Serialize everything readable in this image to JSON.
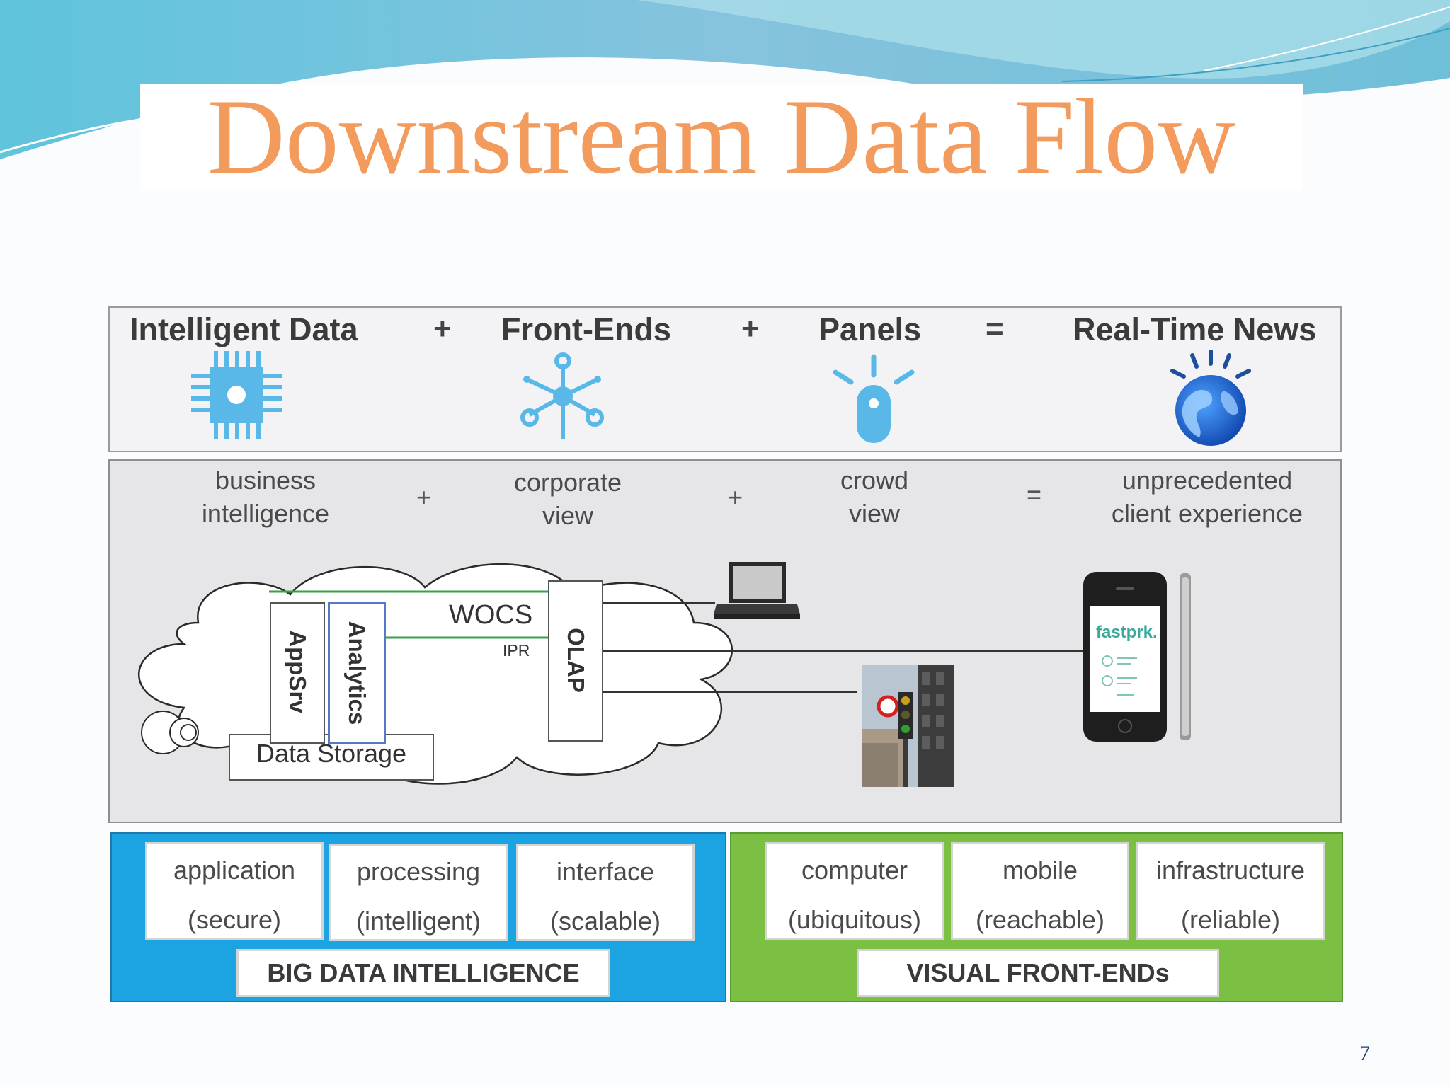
{
  "slide": {
    "title": "Downstream Data Flow",
    "page_number": "7"
  },
  "equation": {
    "terms": [
      "Intelligent Data",
      "Front-Ends",
      "Panels",
      "Real-Time News"
    ],
    "operators": [
      "+",
      "+",
      "="
    ]
  },
  "descriptions": {
    "items": [
      [
        "business",
        "intelligence"
      ],
      [
        "corporate",
        "view"
      ],
      [
        "crowd",
        "view"
      ],
      [
        "unprecedented",
        "client experience"
      ]
    ],
    "operators": [
      "+",
      "+",
      "="
    ]
  },
  "architecture": {
    "appsrv": "AppSrv",
    "analytics": "Analytics",
    "wocs": "WOCS",
    "ipr": "IPR",
    "olap": "OLAP",
    "data_storage": "Data Storage",
    "phone_app": "fastprk."
  },
  "big_data": {
    "banner": "BIG DATA INTELLIGENCE",
    "cards": [
      {
        "label": "application",
        "quality": "(secure)"
      },
      {
        "label": "processing",
        "quality": "(intelligent)"
      },
      {
        "label": "interface",
        "quality": "(scalable)"
      }
    ]
  },
  "visual_front_ends": {
    "banner": "VISUAL FRONT-ENDs",
    "cards": [
      {
        "label": "computer",
        "quality": "(ubiquitous)"
      },
      {
        "label": "mobile",
        "quality": "(reachable)"
      },
      {
        "label": "infrastructure",
        "quality": "(reliable)"
      }
    ]
  },
  "icons": [
    "chip-icon",
    "network-icon",
    "sensor-icon",
    "globe-icon",
    "laptop-icon",
    "smartphone-icon",
    "traffic-light-photo"
  ],
  "colors": {
    "title": "#f39a5d",
    "big_data_panel": "#1ba4e1",
    "front_ends_panel": "#7cc043",
    "icon_blue": "#5ab8e8"
  }
}
